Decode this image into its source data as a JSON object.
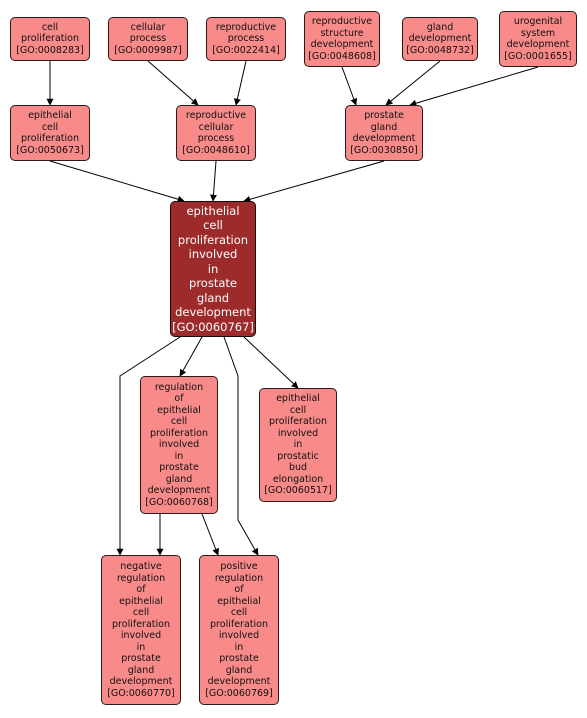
{
  "nodes": [
    {
      "id": "n1",
      "lines": [
        "cell",
        "proliferation",
        "[GO:0008283]"
      ]
    },
    {
      "id": "n2",
      "lines": [
        "cellular",
        "process",
        "[GO:0009987]"
      ]
    },
    {
      "id": "n3",
      "lines": [
        "reproductive",
        "process",
        "[GO:0022414]"
      ]
    },
    {
      "id": "n4",
      "lines": [
        "reproductive",
        "structure",
        "development",
        "[GO:0048608]"
      ]
    },
    {
      "id": "n5",
      "lines": [
        "gland",
        "development",
        "[GO:0048732]"
      ]
    },
    {
      "id": "n6",
      "lines": [
        "urogenital",
        "system",
        "development",
        "[GO:0001655]"
      ]
    },
    {
      "id": "n7",
      "lines": [
        "epithelial",
        "cell",
        "proliferation",
        "[GO:0050673]"
      ]
    },
    {
      "id": "n8",
      "lines": [
        "reproductive",
        "cellular",
        "process",
        "[GO:0048610]"
      ]
    },
    {
      "id": "n9",
      "lines": [
        "prostate",
        "gland",
        "development",
        "[GO:0030850]"
      ]
    },
    {
      "id": "n10",
      "lines": [
        "epithelial",
        "cell",
        "proliferation",
        "involved",
        "in",
        "prostate",
        "gland",
        "development",
        "[GO:0060767]"
      ]
    },
    {
      "id": "n11",
      "lines": [
        "regulation",
        "of",
        "epithelial",
        "cell",
        "proliferation",
        "involved",
        "in",
        "prostate",
        "gland",
        "development",
        "[GO:0060768]"
      ]
    },
    {
      "id": "n12",
      "lines": [
        "epithelial",
        "cell",
        "proliferation",
        "involved",
        "in",
        "prostatic",
        "bud",
        "elongation",
        "[GO:0060517]"
      ]
    },
    {
      "id": "n13",
      "lines": [
        "negative",
        "regulation",
        "of",
        "epithelial",
        "cell",
        "proliferation",
        "involved",
        "in",
        "prostate",
        "gland",
        "development",
        "[GO:0060770]"
      ]
    },
    {
      "id": "n14",
      "lines": [
        "positive",
        "regulation",
        "of",
        "epithelial",
        "cell",
        "proliferation",
        "involved",
        "in",
        "prostate",
        "gland",
        "development",
        "[GO:0060769]"
      ]
    }
  ],
  "edges": [
    [
      "n1",
      "n7"
    ],
    [
      "n2",
      "n8"
    ],
    [
      "n3",
      "n8"
    ],
    [
      "n4",
      "n9"
    ],
    [
      "n5",
      "n9"
    ],
    [
      "n6",
      "n9"
    ],
    [
      "n7",
      "n10"
    ],
    [
      "n8",
      "n10"
    ],
    [
      "n9",
      "n10"
    ],
    [
      "n10",
      "n11"
    ],
    [
      "n10",
      "n12"
    ],
    [
      "n10",
      "n13"
    ],
    [
      "n10",
      "n14"
    ],
    [
      "n11",
      "n13"
    ],
    [
      "n11",
      "n14"
    ]
  ],
  "colors": {
    "node_fill": "#f88a8a",
    "focus_fill": "#9e2b2b",
    "edge": "#000000"
  }
}
